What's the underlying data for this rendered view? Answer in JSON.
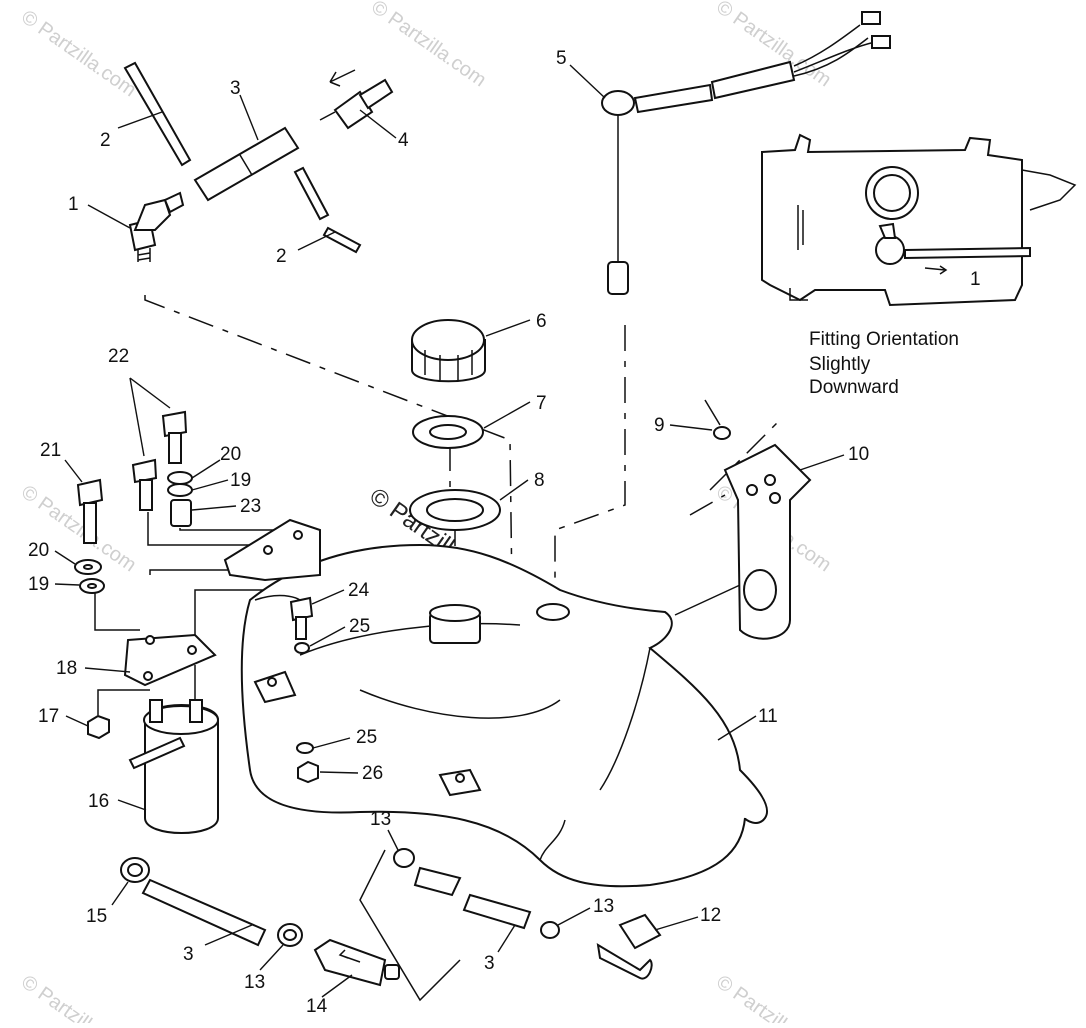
{
  "diagram": {
    "watermark": "© Partzilla.com",
    "inset_caption": [
      "Fitting Orientation",
      "Slightly",
      "Downward"
    ],
    "inset_callout": "1",
    "callouts": {
      "c1": "1",
      "c2a": "2",
      "c2b": "2",
      "c3a": "3",
      "c3b": "3",
      "c3c": "3",
      "c4": "4",
      "c5": "5",
      "c6": "6",
      "c7": "7",
      "c8": "8",
      "c9": "9",
      "c10": "10",
      "c11": "11",
      "c12": "12",
      "c13a": "13",
      "c13b": "13",
      "c13c": "13",
      "c14": "14",
      "c15": "15",
      "c16": "16",
      "c17": "17",
      "c18": "18",
      "c19a": "19",
      "c19b": "19",
      "c20a": "20",
      "c20b": "20",
      "c21": "21",
      "c22": "22",
      "c23": "23",
      "c24": "24",
      "c25a": "25",
      "c25b": "25",
      "c26": "26"
    }
  }
}
